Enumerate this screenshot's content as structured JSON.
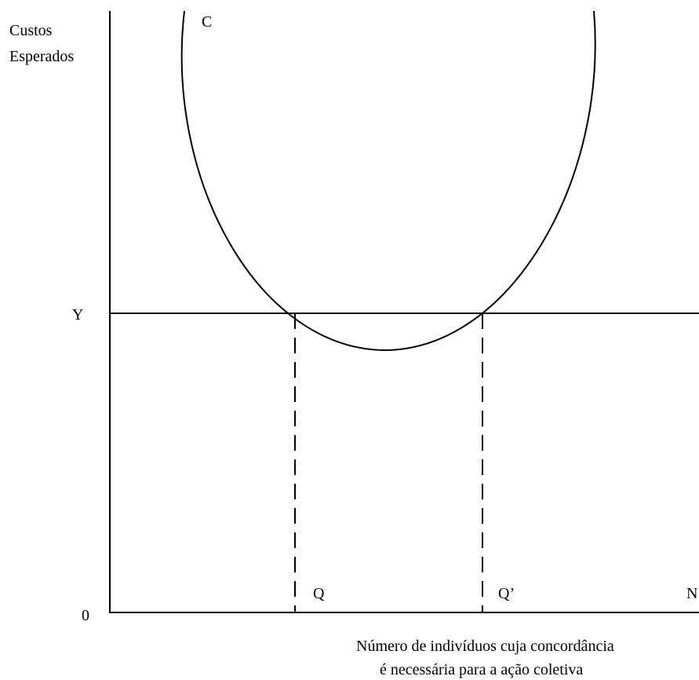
{
  "diagram": {
    "y_axis_label": {
      "line1": "Custos",
      "line2": "Esperados"
    },
    "x_axis_label": {
      "line1": "Número de indivíduos cuja concordância",
      "line2": "é necessária para a ação coletiva"
    },
    "origin_label": "0",
    "curve_label": "C",
    "level_label": "Y",
    "point_labels": {
      "q": "Q",
      "q_prime": "Q’",
      "n": "N"
    },
    "colors": {
      "ink": "#000000",
      "background": "#ffffff"
    }
  }
}
